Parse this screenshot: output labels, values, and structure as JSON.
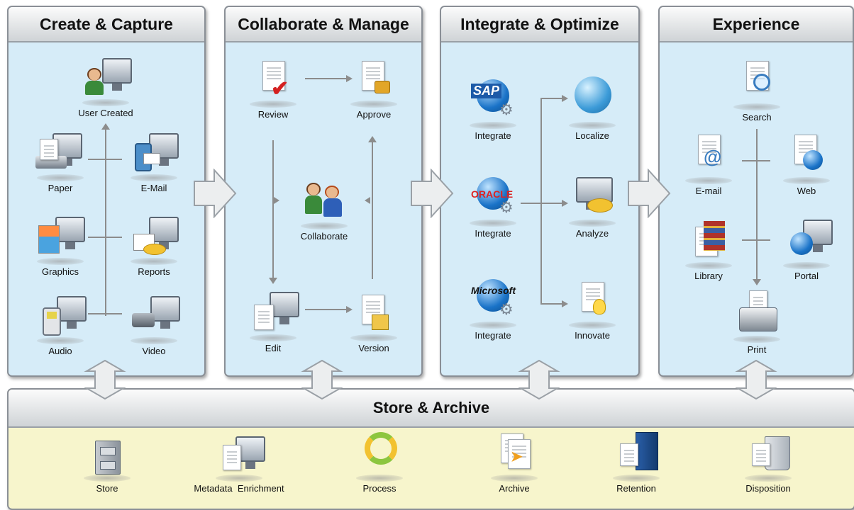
{
  "columns": [
    {
      "title": "Create & Capture",
      "items": {
        "user_created": "User Created",
        "paper": "Paper",
        "email": "E-Mail",
        "graphics": "Graphics",
        "reports": "Reports",
        "audio": "Audio",
        "video": "Video"
      }
    },
    {
      "title": "Collaborate & Manage",
      "items": {
        "review": "Review",
        "approve": "Approve",
        "collaborate": "Collaborate",
        "edit": "Edit",
        "version": "Version"
      }
    },
    {
      "title": "Integrate & Optimize",
      "items": {
        "integrate_sap": "Integrate",
        "localize": "Localize",
        "integrate_oracle": "Integrate",
        "analyze": "Analyze",
        "integrate_microsoft": "Integrate",
        "innovate": "Innovate"
      },
      "brands": {
        "sap": "SAP",
        "oracle": "ORACLE",
        "microsoft": "Microsoft"
      }
    },
    {
      "title": "Experience",
      "items": {
        "search": "Search",
        "email": "E-mail",
        "web": "Web",
        "library": "Library",
        "portal": "Portal",
        "print": "Print"
      }
    }
  ],
  "store": {
    "title": "Store & Archive",
    "items": [
      "Store",
      "Metadata  Enrichment",
      "Process",
      "Archive",
      "Retention",
      "Disposition"
    ]
  }
}
